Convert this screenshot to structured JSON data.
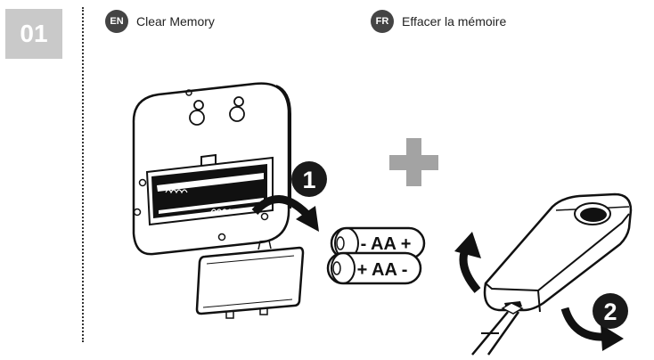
{
  "step": {
    "number": "01"
  },
  "languages": [
    {
      "code": "EN",
      "label": "Clear Memory"
    },
    {
      "code": "FR",
      "label": "Effacer la mémoire"
    }
  ],
  "steps": [
    {
      "number": "1"
    },
    {
      "number": "2"
    }
  ],
  "batteries": [
    {
      "label": "- AA +"
    },
    {
      "label": "+ AA -"
    }
  ],
  "colors": {
    "step_box": "#c9c9c9",
    "badge": "#444444",
    "plus": "#a3a3a3",
    "step_circle": "#1a1a1a"
  }
}
